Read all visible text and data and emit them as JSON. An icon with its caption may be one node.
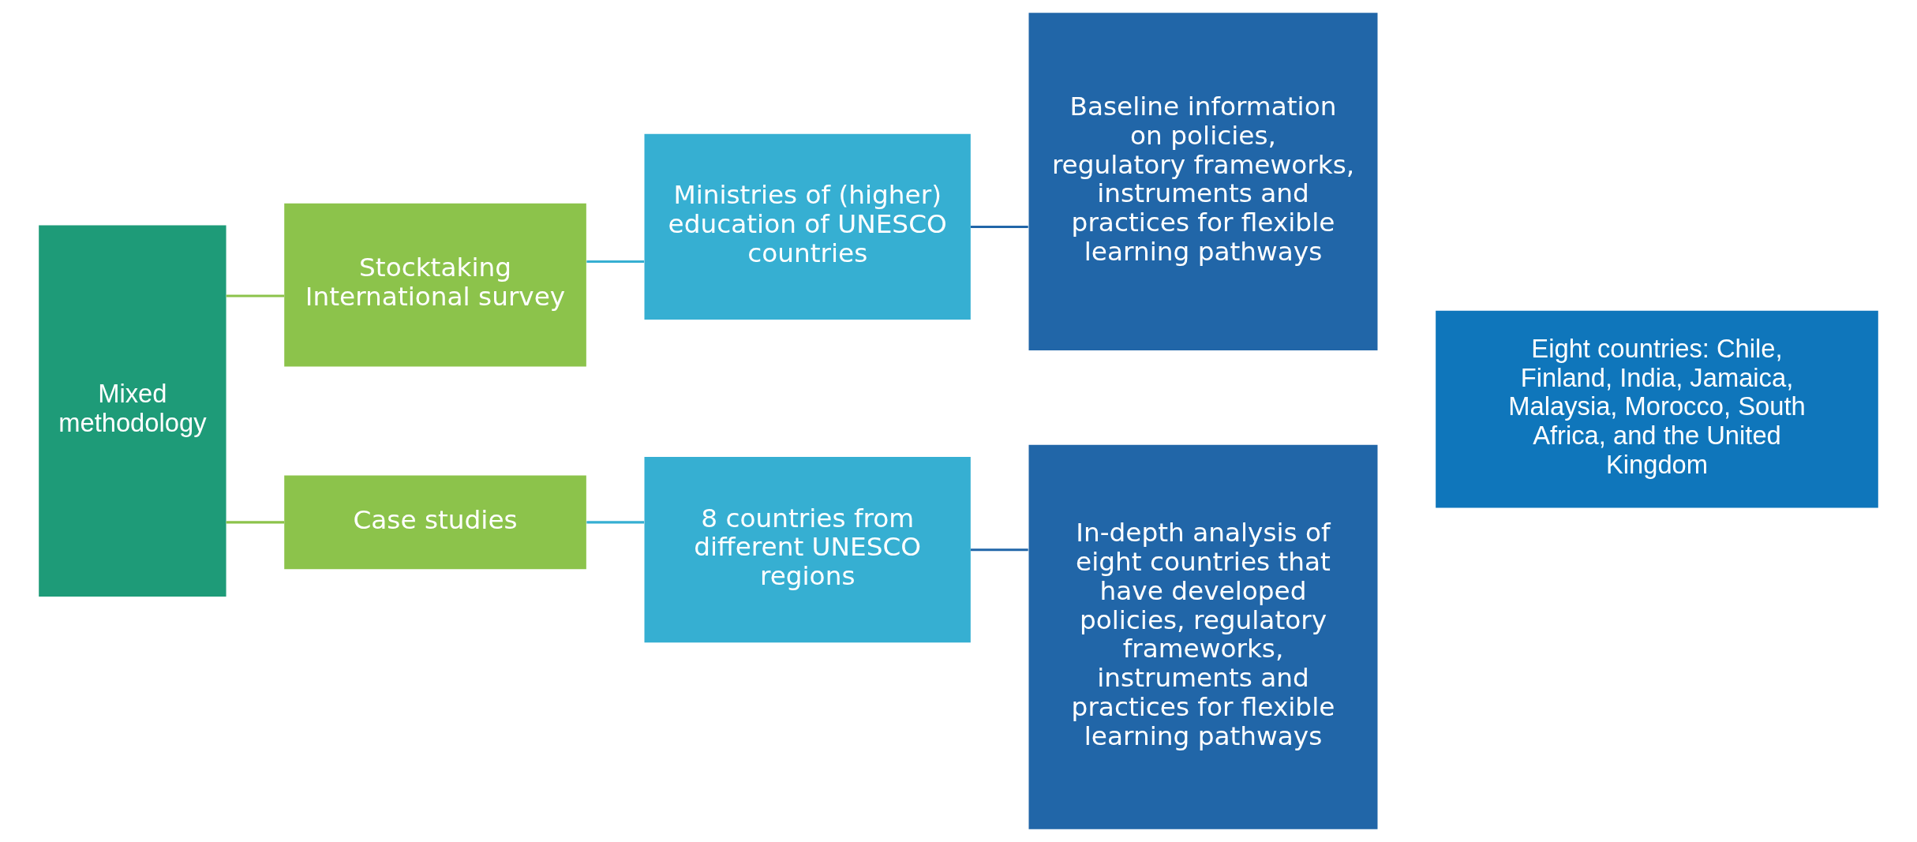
{
  "diagram": {
    "nodes": [
      {
        "text": [
          "Mixed methodology"
        ]
      },
      {
        "text": [
          "Stocktaking International survey"
        ]
      },
      {
        "text": [
          "Case studies"
        ]
      },
      {
        "text": [
          "Ministries of (higher) education of UNESCO countries"
        ]
      },
      {
        "text": [
          "8 countries from different UNESCO regions"
        ]
      },
      {
        "text": [
          "Baseline information on policies, regulatory frameworks, instruments and practices for flexible learning pathways"
        ]
      },
      {
        "text": [
          "In-depth analysis of eight countries that have developed policies, regulatory frameworks, instruments and practices for flexible learning pathways"
        ]
      },
      {
        "text": [
          "Eight countries: Chile, Finland, India, Jamaica, Malaysia, Morocco, South Africa, and the United Kingdom"
        ]
      }
    ],
    "edges": [
      {
        "from": 0,
        "to": 1,
        "arrow": "none",
        "color": "#8cc34b"
      },
      {
        "from": 0,
        "to": 2,
        "arrow": "none",
        "color": "#8cc34b"
      },
      {
        "from": 1,
        "to": 3,
        "arrow": "none",
        "color": "#36afd2"
      },
      {
        "from": 2,
        "to": 4,
        "arrow": "none",
        "color": "#36afd2"
      },
      {
        "from": 3,
        "to": 5,
        "arrow": "none",
        "color": "#2166a8"
      },
      {
        "from": 4,
        "to": 6,
        "arrow": "none",
        "color": "#2166a8"
      }
    ]
  }
}
